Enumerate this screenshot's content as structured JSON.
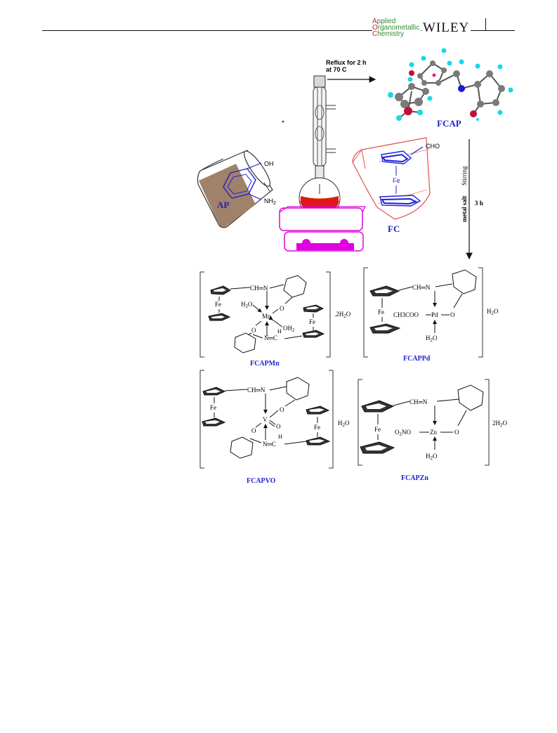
{
  "header": {
    "journal_lines": [
      {
        "cap": "A",
        "rest": "pplied"
      },
      {
        "cap": "O",
        "rest": "rganometallic"
      },
      {
        "cap": "C",
        "rest": "hemistry"
      }
    ],
    "publisher": "WILEY"
  },
  "scheme": {
    "reflux_line1": "Reflux for 2 h",
    "reflux_line2": "at 70  C",
    "fcap": "FCAP",
    "ap": "AP",
    "fc": "FC",
    "oh": "OH",
    "nh2": "NH",
    "nh2_sub": "2",
    "cho": "CHO",
    "fe": "Fe",
    "metal_salt": "metal salt",
    "stirring": "Stirring",
    "three_h": "3 h"
  },
  "complexes": {
    "mn": {
      "name": "FCAPMn",
      "metal": "Mn",
      "ch_n": "CH═N",
      "n_ch": "N═C",
      "h": "H",
      "h2o_left": "H",
      "h2o_left_sub": "2",
      "h2o_left_end": "O",
      "oh2": "OH",
      "oh2_sub": "2",
      "o1": "O",
      "o2": "O",
      "hyd": ".2H",
      "hyd_sub": "2",
      "hyd_end": "O"
    },
    "pd": {
      "name": "FCAPPd",
      "metal": "Pd",
      "ch_n": "CH═N",
      "acetate": "CH3COO",
      "o": "O",
      "h2o": "H",
      "h2o_sub": "2",
      "h2o_end": "O",
      "hyd": "H",
      "hyd_sub": "2",
      "hyd_end": "O"
    },
    "vo": {
      "name": "FCAPVO",
      "metal": "V",
      "ch_n": "CH═N",
      "n_ch": "N═C",
      "h": "H",
      "o1": "O",
      "o2": "O",
      "oxo": "O",
      "hyd": "H",
      "hyd_sub": "2",
      "hyd_end": "O"
    },
    "zn": {
      "name": "FCAPZn",
      "metal": "Zn",
      "ch_n": "CH═N",
      "nitrate": "O",
      "nitrate_sub": "2",
      "nitrate_end": "NO",
      "o": "O",
      "h2o": "H",
      "h2o_sub": "2",
      "h2o_end": "O",
      "hyd": "2H",
      "hyd_sub": "2",
      "hyd_end": "O"
    }
  },
  "colors": {
    "blue_label": "#1f1fd1",
    "magenta": "#e000e0",
    "flask_red": "#e01818",
    "beaker_brown": "#a0826a",
    "beaker_red": "#e05050",
    "atom_cyan": "#18d8e8",
    "atom_gray": "#7a7a7a",
    "atom_red": "#c0103a",
    "atom_blue": "#1a1ad0"
  }
}
